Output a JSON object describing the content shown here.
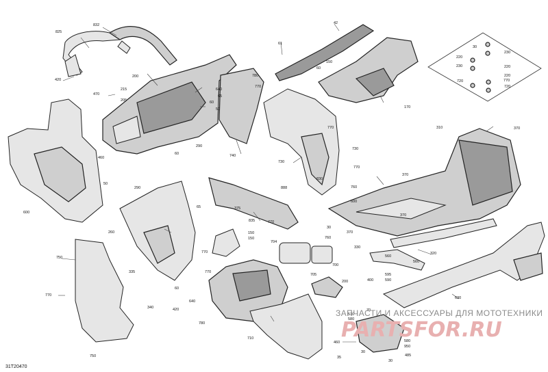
{
  "diagram_id": "31T20470",
  "watermark": {
    "text": "ЗАПЧАСТИ И АКСЕССУАРЫ ДЛЯ МОТОТЕХНИКИ",
    "logo": "PARTSFOR.RU"
  },
  "callouts": [
    "825",
    "832",
    "420",
    "470",
    "215",
    "205",
    "200",
    "640",
    "65",
    "60",
    "50",
    "290",
    "460",
    "60",
    "50",
    "290",
    "600",
    "740",
    "780",
    "770",
    "730",
    "770",
    "730",
    "770",
    "760",
    "830",
    "61",
    "60",
    "150",
    "42",
    "30",
    "220",
    "220",
    "230",
    "230",
    "220",
    "720",
    "770",
    "720",
    "170",
    "310",
    "370",
    "370",
    "370",
    "260",
    "65",
    "770",
    "770",
    "750",
    "335",
    "340",
    "770",
    "750",
    "60",
    "640",
    "420",
    "835",
    "888",
    "375",
    "150",
    "150",
    "770",
    "704",
    "760",
    "700",
    "705",
    "200",
    "780",
    "710",
    "30",
    "370",
    "330",
    "320",
    "600",
    "595",
    "590",
    "560",
    "560",
    "630",
    "400",
    "70",
    "510",
    "580",
    "460",
    "580",
    "950",
    "30",
    "485",
    "30",
    "35"
  ]
}
